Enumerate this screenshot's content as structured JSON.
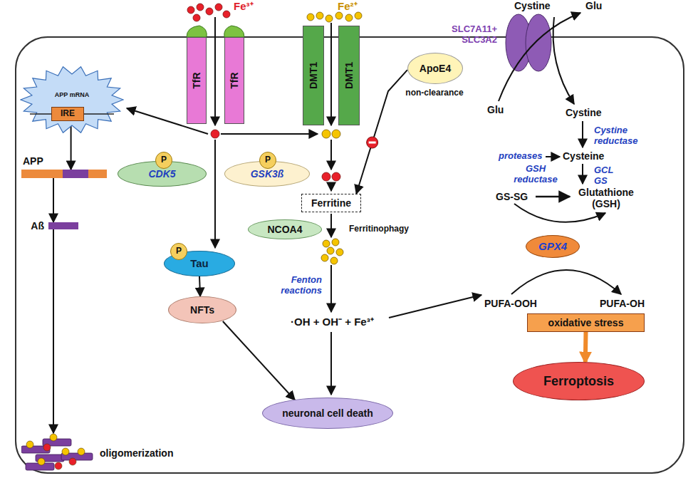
{
  "diagram": {
    "nodes": [
      {
        "text": [
          "TfR"
        ]
      },
      {
        "text": [
          "TfR"
        ]
      },
      {
        "text": [
          "DMT1"
        ]
      },
      {
        "text": [
          "DMT1"
        ]
      },
      {
        "text": [
          "APP mRNA"
        ]
      },
      {
        "text": [
          "IRE"
        ],
        "in": 4
      },
      {
        "text": [
          "ApoE4"
        ]
      },
      {
        "text": [
          "CDK5"
        ]
      },
      {
        "text": [
          "P"
        ],
        "in": 7
      },
      {
        "text": [
          "GSK3ß"
        ]
      },
      {
        "text": [
          "P"
        ],
        "in": 9
      },
      {
        "text": [
          "Tau"
        ]
      },
      {
        "text": [
          "P"
        ],
        "in": 11
      },
      {
        "text": [
          "NFTs"
        ]
      },
      {
        "text": [
          "Ferritine"
        ]
      },
      {
        "text": [
          "NCOA4"
        ]
      },
      {
        "text": [
          "neuronal cell death"
        ]
      },
      {
        "text": [
          "GPX4"
        ]
      },
      {
        "text": [
          "oxidative stress"
        ]
      },
      {
        "text": [
          "Ferroptosis"
        ]
      },
      {
        "text": [
          "APP"
        ]
      },
      {
        "text": [
          "Aß"
        ]
      },
      {
        "text": [
          "oligomerization"
        ]
      }
    ],
    "edges": [
      {
        "from": 5,
        "to": 20,
        "arrow": "to"
      },
      {
        "from": 20,
        "to": 21,
        "arrow": "to"
      },
      {
        "from": 21,
        "to": 22,
        "arrow": "to"
      },
      {
        "from": 11,
        "to": 13,
        "arrow": "to"
      },
      {
        "from": 13,
        "to": 16,
        "arrow": "to"
      },
      {
        "from": 6,
        "to": 14,
        "arrow": "to"
      },
      {
        "from": 18,
        "to": 19,
        "arrow": "to"
      }
    ],
    "labels": [
      "Fe³⁺",
      "Fe²⁺",
      "non-clearance",
      "Ferritinophagy",
      "Fenton reactions",
      "·OH + OH⁻ + Fe³⁺",
      "Cystine",
      "Glu",
      "SLC7A11+ SLC3A2",
      "Glu",
      "Cystine",
      "Cystine reductase",
      "proteases",
      "Cysteine",
      "GCL GS",
      "GSH reductase",
      "GS-SG",
      "Glutathione (GSH)",
      "PUFA-OOH",
      "PUFA-OH"
    ]
  }
}
